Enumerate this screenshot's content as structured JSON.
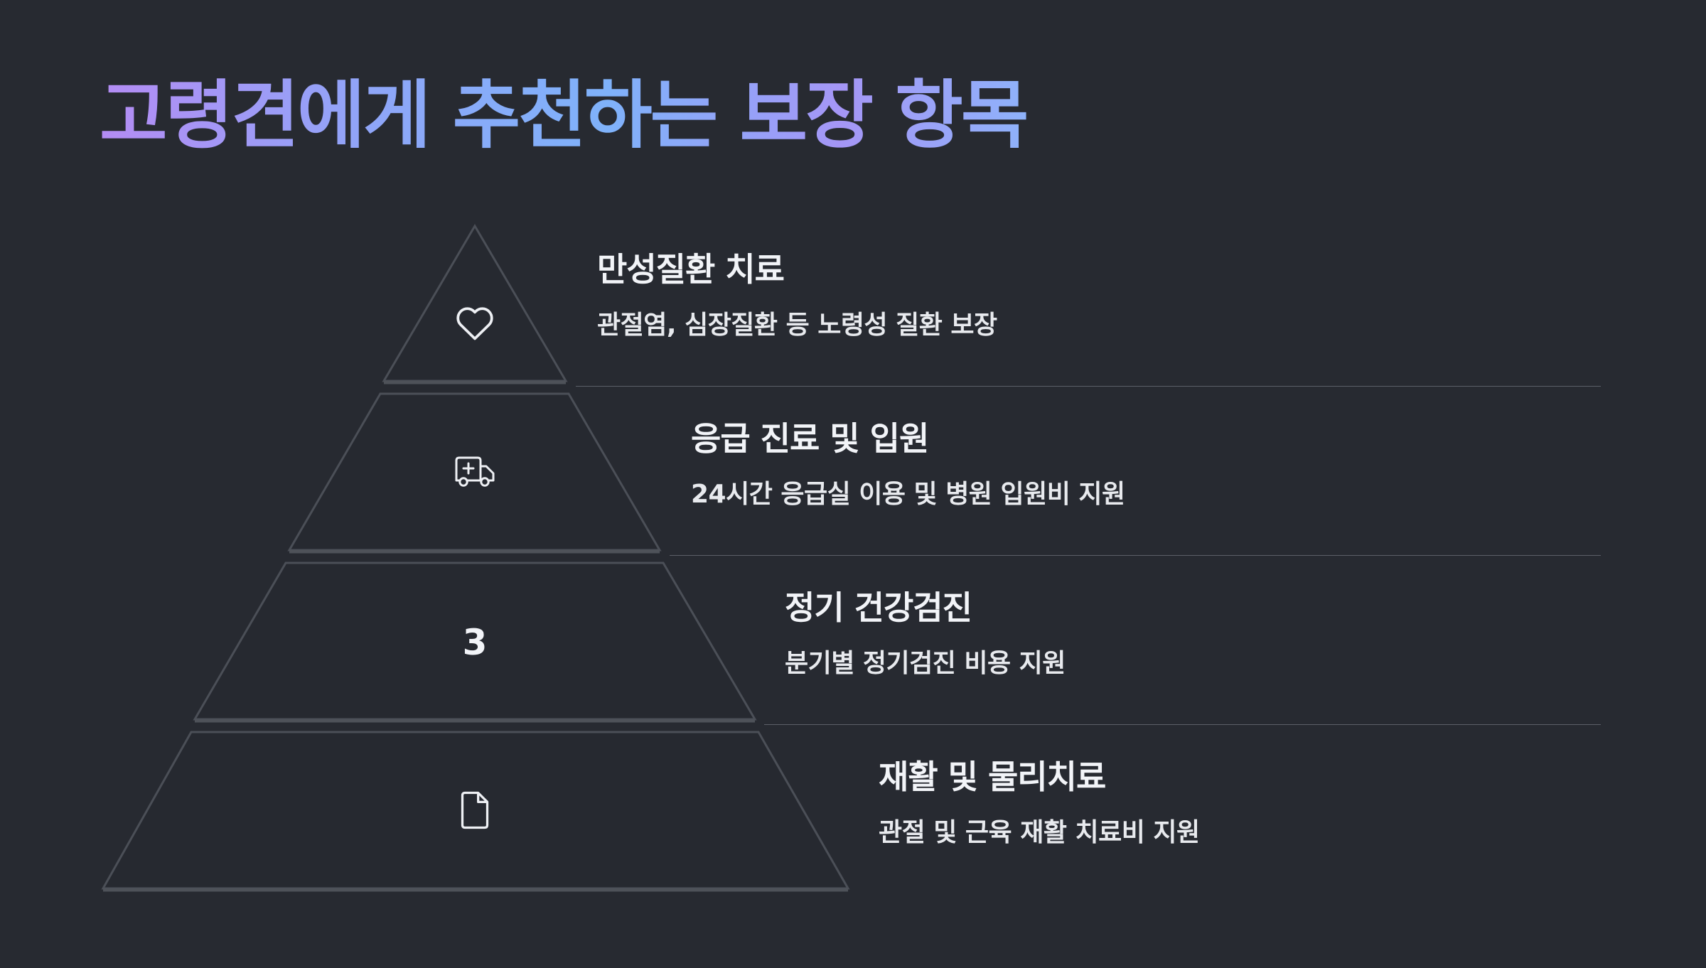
{
  "page": {
    "title": "고령견에게 추천하는 보장 항목"
  },
  "colors": {
    "background": "#272a31",
    "title_gradient_start": "#b48cf4",
    "title_gradient_end": "#7fb2fa",
    "text": "#f2f4f8",
    "divider": "#5c6068"
  },
  "tiers": [
    {
      "icon": "heart-icon",
      "heading": "만성질환 치료",
      "description": "관절염, 심장질환 등 노령성 질환 보장"
    },
    {
      "icon": "ambulance-icon",
      "heading": "응급 진료 및 입원",
      "description": "24시간 응급실 이용 및 병원 입원비 지원"
    },
    {
      "icon_label": "3",
      "heading": "정기 건강검진",
      "description": "분기별 정기검진 비용 지원"
    },
    {
      "icon": "document-icon",
      "heading": "재활 및 물리치료",
      "description": "관절 및 근육 재활 치료비 지원"
    }
  ]
}
